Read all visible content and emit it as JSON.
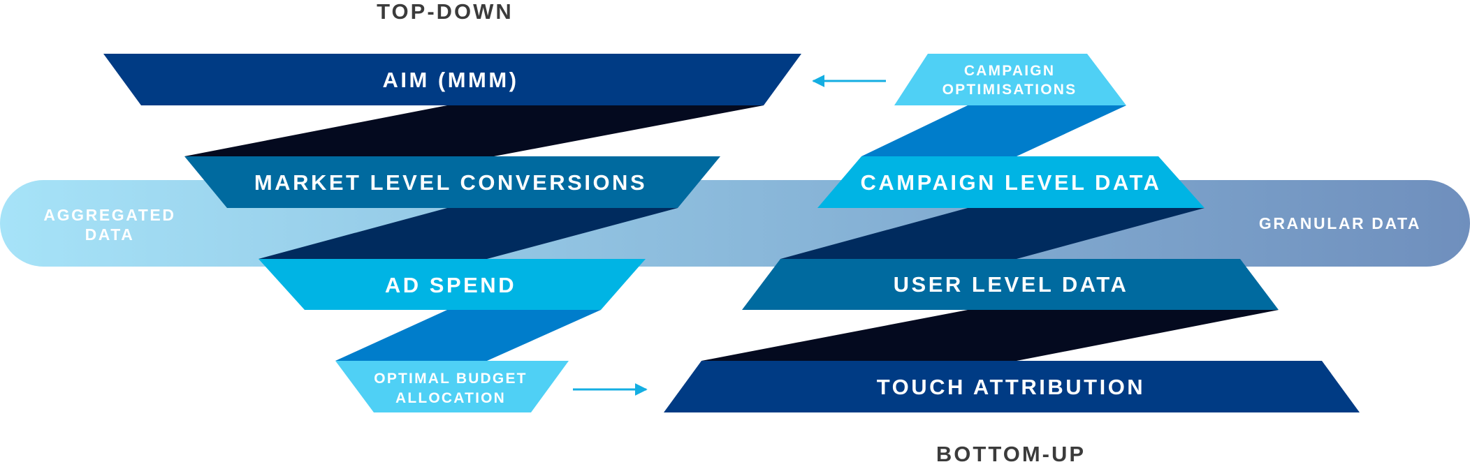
{
  "headings": {
    "top": "TOP-DOWN",
    "bottom": "BOTTOM-UP"
  },
  "axis_bar": {
    "left_label_line1": "AGGREGATED",
    "left_label_line2": "DATA",
    "right_label": "GRANULAR DATA",
    "color_left": "#a6e3f8",
    "color_right": "#6f8fbd"
  },
  "top_down": {
    "aim": "AIM (MMM)",
    "market": "MARKET LEVEL CONVERSIONS",
    "ad_spend": "AD SPEND",
    "optimal_line1": "OPTIMAL BUDGET",
    "optimal_line2": "ALLOCATION"
  },
  "bottom_up": {
    "campaign_opt_line1": "CAMPAIGN",
    "campaign_opt_line2": "OPTIMISATIONS",
    "campaign_data": "CAMPAIGN LEVEL DATA",
    "user_data": "USER LEVEL DATA",
    "touch": "TOUCH ATTRIBUTION"
  },
  "colors": {
    "navy": "#003b84",
    "teal_blue": "#006a9f",
    "cyan": "#00b4e4",
    "light_cyan": "#4fd0f5",
    "connector_dark": "#040a1f",
    "connector_mid": "#002b5e",
    "connector_blue": "#007dcb",
    "arrow": "#14aee2",
    "heading_text": "#3b3b3b"
  }
}
